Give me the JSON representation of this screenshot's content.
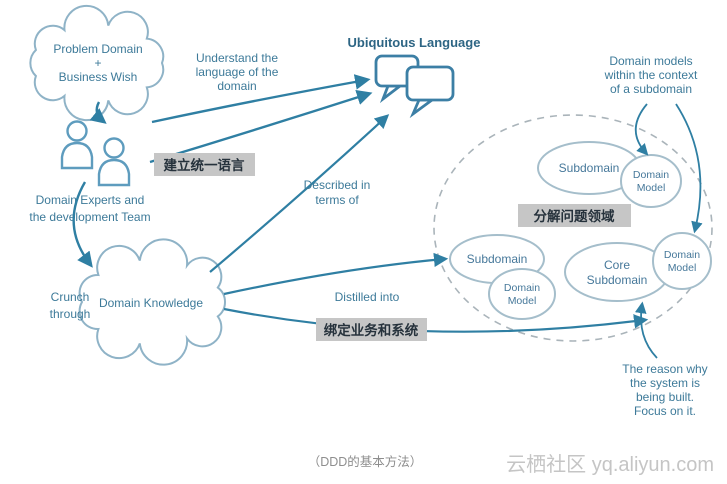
{
  "colors": {
    "arrow": "#2f7fa3",
    "label": "#3d7a99",
    "shape_stroke": "#8fb3c7",
    "ellipse_stroke": "#a5becb",
    "highlight_bg": "#c6c6c6",
    "highlight_text": "#26323c",
    "caption": "#8e8e8e",
    "watermark": "#c5c5c5"
  },
  "diagram": {
    "problem_cloud": [
      "Problem Domain",
      "+",
      "Business Wish"
    ],
    "understand_note": [
      "Understand the",
      "language of the",
      "domain"
    ],
    "ubiquitous_title": "Ubiquitous Language",
    "build_language_zh": "建立统一语言",
    "experts_label": [
      "Domain Experts and",
      "the development Team"
    ],
    "described_note": [
      "Described in",
      "terms of"
    ],
    "crunch_note": [
      "Crunch",
      "through"
    ],
    "domain_knowledge": "Domain Knowledge",
    "distilled_note": "Distilled into",
    "bind_business_zh": "绑定业务和系统",
    "decompose_zh": "分解问题领域",
    "subdomain_top": "Subdomain",
    "subdomain_left": "Subdomain",
    "core_subdomain": [
      "Core",
      "Subdomain"
    ],
    "domain_model_top": [
      "Domain",
      "Model"
    ],
    "domain_model_left": [
      "Domain",
      "Model"
    ],
    "domain_model_right": [
      "Domain",
      "Model"
    ],
    "domain_models_note": [
      "Domain models",
      "within the context",
      "of a subdomain"
    ],
    "reason_note": [
      "The reason why",
      "the system is",
      "being built.",
      "Focus on it."
    ]
  },
  "footer": {
    "caption": "（DDD的基本方法）",
    "watermark": "云栖社区 yq.aliyun.com"
  }
}
